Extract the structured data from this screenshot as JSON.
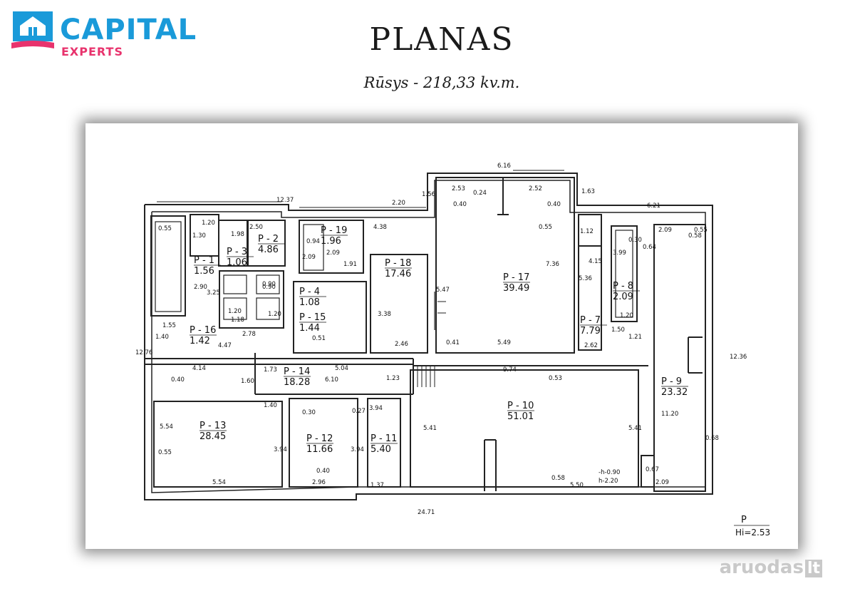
{
  "header": {
    "brand_name": "CAPITAL",
    "brand_sub": "EXPERTS",
    "title": "PLANAS",
    "subtitle": "Rūsys - 218,33 kv.m.",
    "brand_blue": "#1a9ad9",
    "brand_pink": "#e8336d"
  },
  "watermark": {
    "name": "aruodas",
    "suffix": "lt"
  },
  "plan": {
    "rooms": [
      {
        "id": "P - 1",
        "area": "1.56"
      },
      {
        "id": "P - 2",
        "area": "4.86"
      },
      {
        "id": "P - 3",
        "area": "1.06"
      },
      {
        "id": "P - 4",
        "area": "1.08"
      },
      {
        "id": "P - 7",
        "area": "7.79"
      },
      {
        "id": "P - 8",
        "area": "2.09"
      },
      {
        "id": "P - 9",
        "area": "23.32"
      },
      {
        "id": "P - 10",
        "area": "51.01"
      },
      {
        "id": "P - 11",
        "area": "5.40"
      },
      {
        "id": "P - 12",
        "area": "11.66"
      },
      {
        "id": "P - 13",
        "area": "28.45"
      },
      {
        "id": "P - 14",
        "area": "18.28"
      },
      {
        "id": "P - 15",
        "area": "1.44"
      },
      {
        "id": "P - 16",
        "area": "1.42"
      },
      {
        "id": "P - 17",
        "area": "39.49"
      },
      {
        "id": "P - 18",
        "area": "17.46"
      },
      {
        "id": "P - 19",
        "area": "1.96"
      }
    ],
    "dimensions": [
      "6.16",
      "12.37",
      "2.20",
      "1.56",
      "2.53",
      "0.24",
      "2.52",
      "1.63",
      "6.21",
      "0.40",
      "0.40",
      "0.55",
      "1.20",
      "1.30",
      "0.55",
      "1.98",
      "2.50",
      "4.38",
      "0.94",
      "2.09",
      "2.09",
      "1.91",
      "0.55",
      "1.12",
      "0.30",
      "0.64",
      "2.09",
      "0.58",
      "3.99",
      "4.15",
      "5.36",
      "7.36",
      "1.20",
      "2.90",
      "3.25",
      "0.90",
      "0.90",
      "1.20",
      "1.18",
      "1.20",
      "5.47",
      "3.38",
      "1.55",
      "1.40",
      "2.78",
      "4.47",
      "0.51",
      "2.46",
      "0.41",
      "5.49",
      "1.50",
      "1.21",
      "2.62",
      "11.20",
      "12.36",
      "12.76",
      "4.14",
      "0.40",
      "1.60",
      "1.73",
      "5.04",
      "1.23",
      "9.74",
      "0.53",
      "6.10",
      "1.40",
      "0.30",
      "0.27",
      "3.94",
      "5.54",
      "0.55",
      "3.94",
      "3.94",
      "5.41",
      "5.41",
      "0.68",
      "0.67",
      "0.40",
      "5.54",
      "2.96",
      "1.37",
      "0.58",
      "5.50",
      "-h-0.90",
      "h-2.20",
      "2.09",
      "24.71"
    ],
    "legend": {
      "letter": "P",
      "height": "Hi=2.53"
    }
  }
}
